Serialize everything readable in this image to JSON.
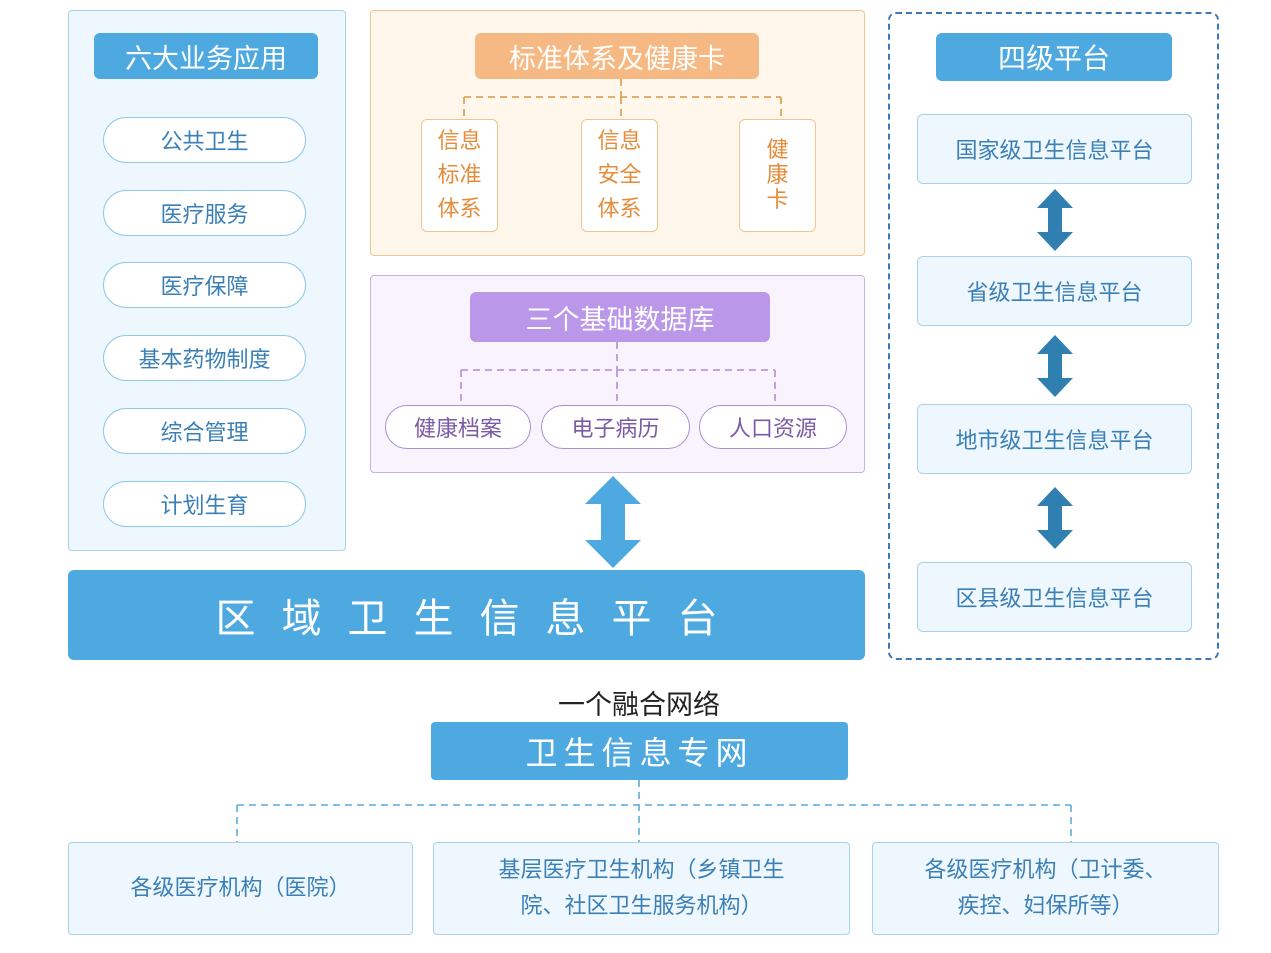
{
  "left": {
    "title": "六大业务应用",
    "items": [
      "公共卫生",
      "医疗服务",
      "医疗保障",
      "基本药物制度",
      "综合管理",
      "计划生育"
    ]
  },
  "standards": {
    "title": "标准体系及健康卡",
    "items": [
      {
        "lines": [
          "信息",
          "标准",
          "体系"
        ]
      },
      {
        "lines": [
          "信息",
          "安全",
          "体系"
        ]
      },
      {
        "lines": [
          "健",
          "康",
          "卡"
        ]
      }
    ]
  },
  "databases": {
    "title": "三个基础数据库",
    "items": [
      "健康档案",
      "电子病历",
      "人口资源"
    ]
  },
  "regional_platform": "区域卫生信息平台",
  "four_level": {
    "title": "四级平台",
    "levels": [
      "国家级卫生信息平台",
      "省级卫生信息平台",
      "地市级卫生信息平台",
      "区县级卫生信息平台"
    ]
  },
  "network": {
    "caption": "一个融合网络",
    "title": "卫生信息专网"
  },
  "institutions": [
    {
      "lines": [
        "各级医疗机构（医院）"
      ]
    },
    {
      "lines": [
        "基层医疗卫生机构（乡镇卫生",
        "院、社区卫生服务机构）"
      ]
    },
    {
      "lines": [
        "各级医疗机构（卫计委、",
        "疾控、妇保所等）"
      ]
    }
  ],
  "colors": {
    "primary_blue": "#4ea9e0",
    "orange": "#f7b983",
    "purple": "#bb97ea",
    "arrow": "#2f7fb0"
  }
}
